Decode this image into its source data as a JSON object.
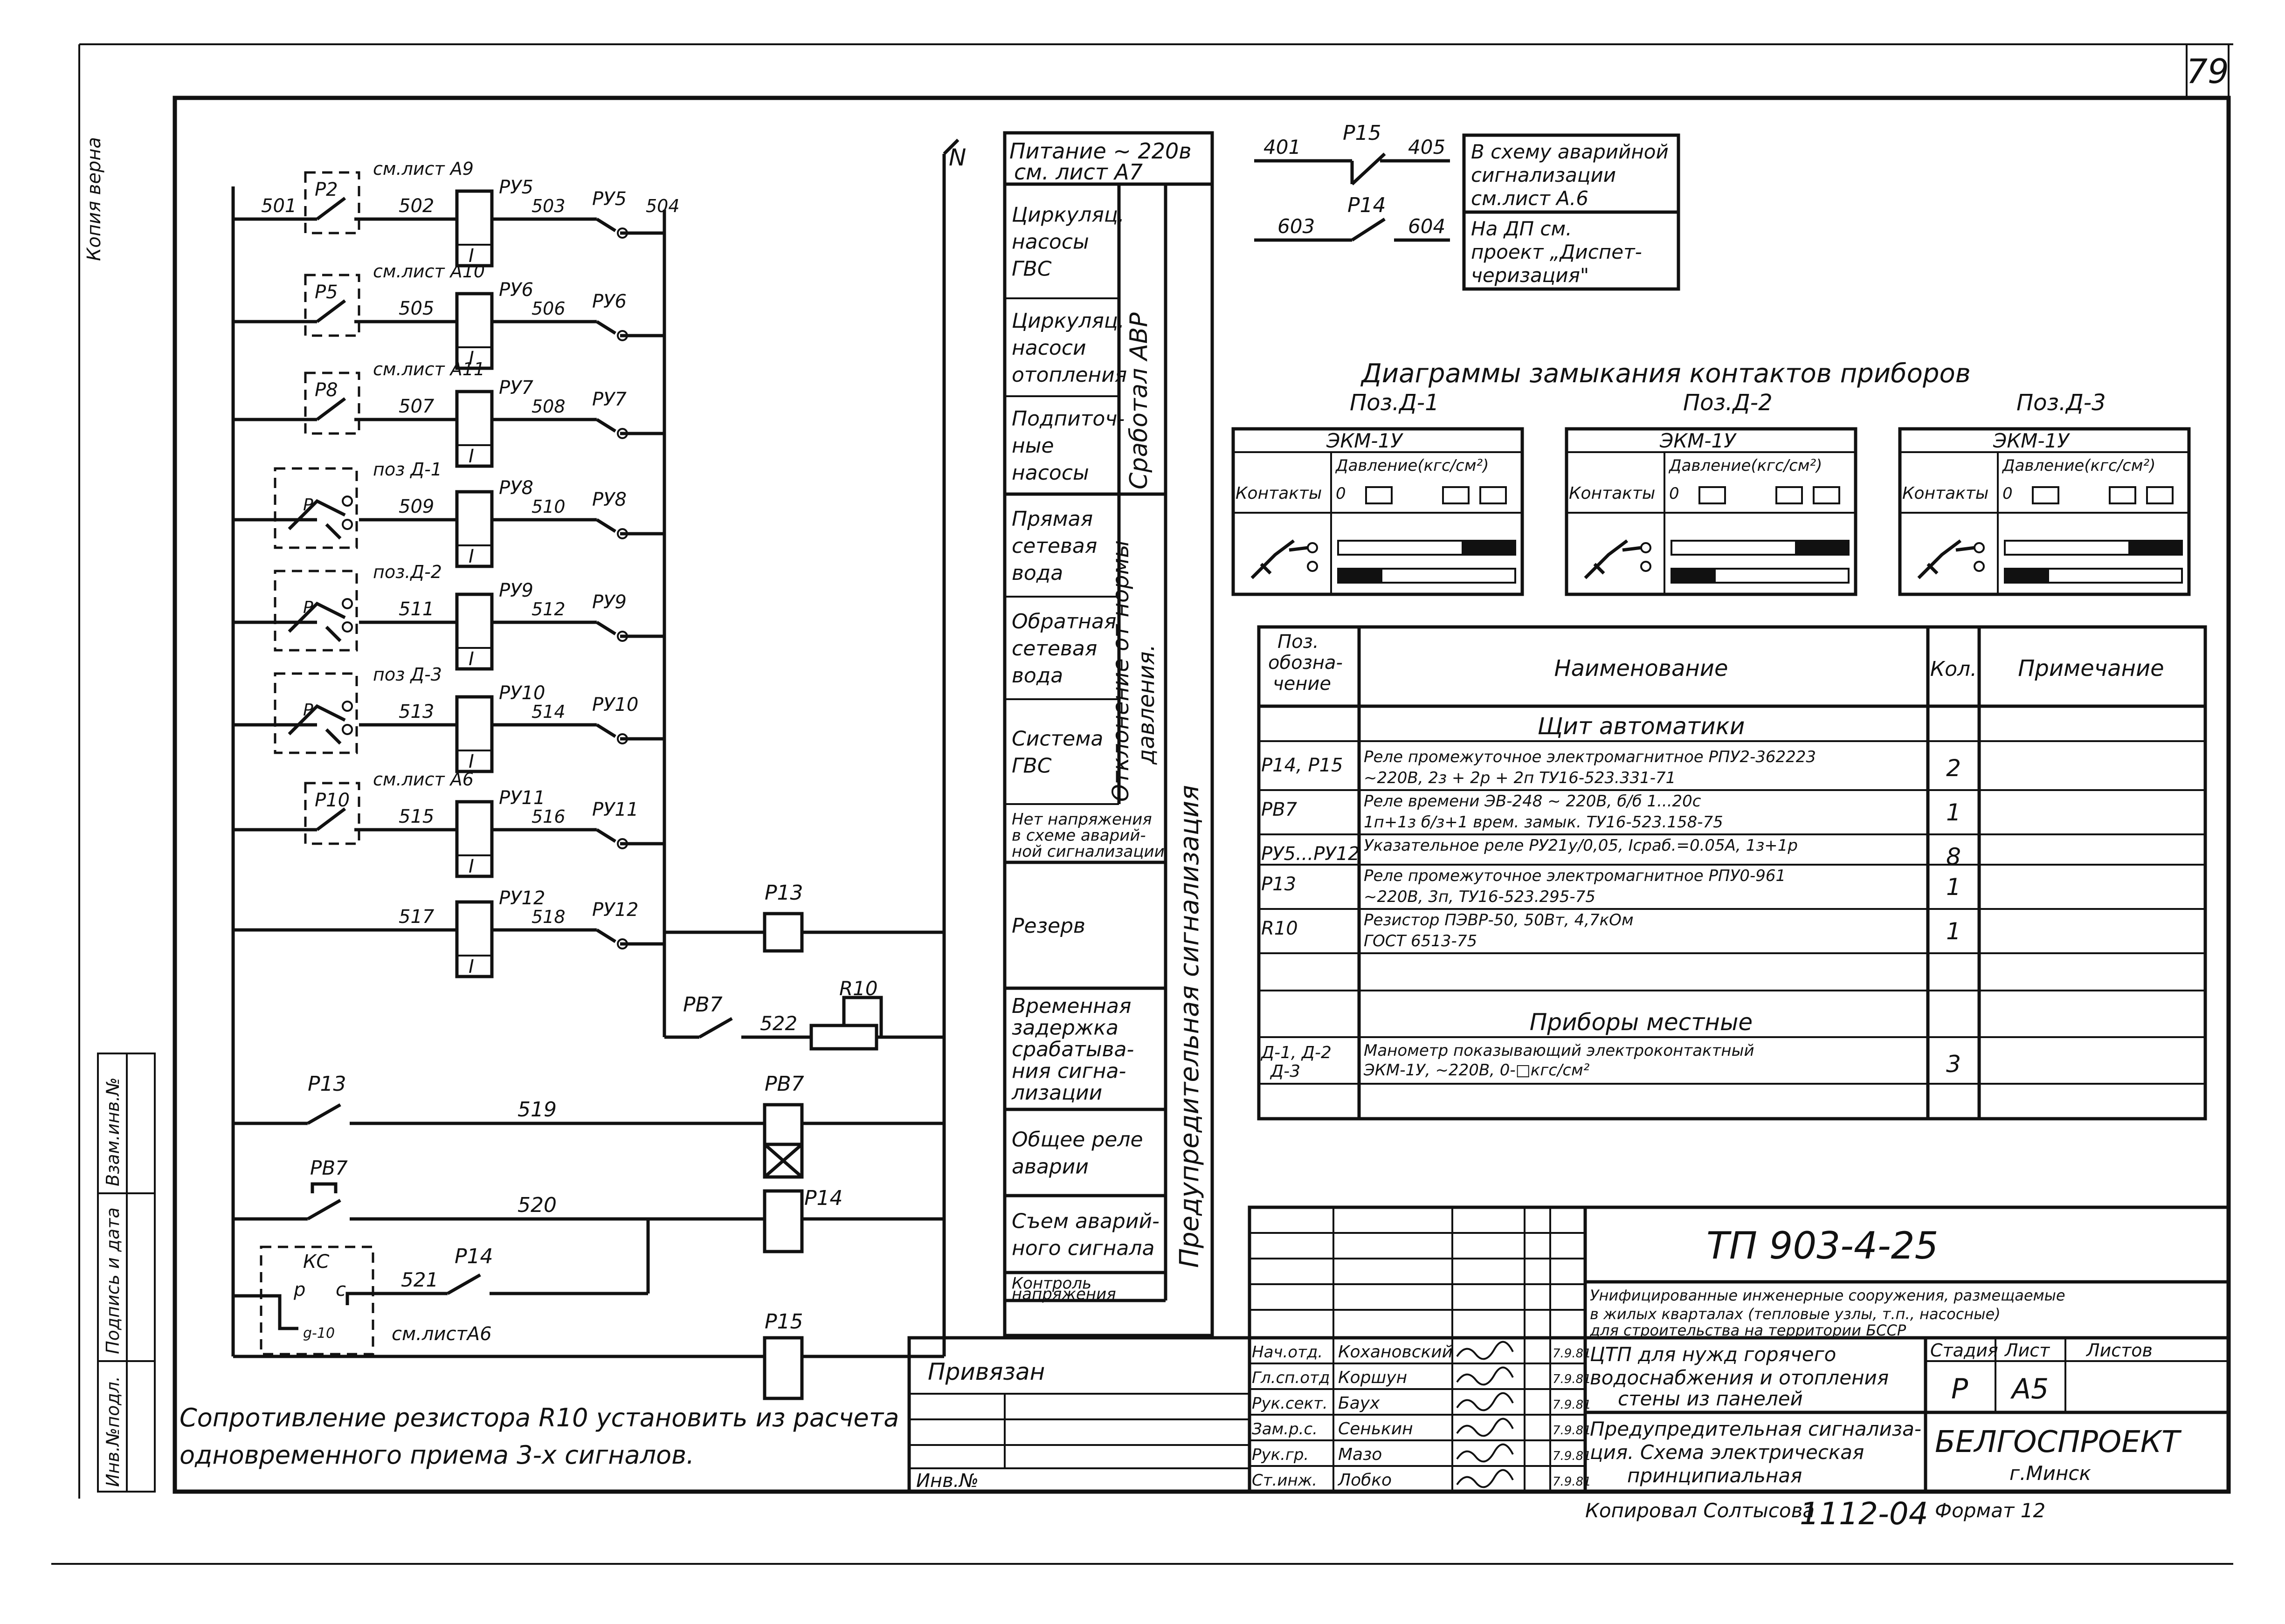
{
  "sheet_number": "79",
  "left_margin": {
    "copy_note": "Копия верна",
    "stamp_cells": [
      "Инв.№подл.",
      "Подпись и дата",
      "Взам.инв.№"
    ]
  },
  "schematic": {
    "bus_label": "N",
    "rows": [
      {
        "wire_in": "501",
        "contact": "P2",
        "sheet_ref": "см.лист А9",
        "wire_mid": "502",
        "relay": "РУ5",
        "wire_out": "503",
        "contact_out": "РУ5",
        "wire_end": "504"
      },
      {
        "wire_in": "",
        "contact": "P5",
        "sheet_ref": "см.лист А10",
        "wire_mid": "505",
        "relay": "РУ6",
        "wire_out": "506",
        "contact_out": "РУ6",
        "wire_end": ""
      },
      {
        "wire_in": "",
        "contact": "P8",
        "sheet_ref": "см.лист А11",
        "wire_mid": "507",
        "relay": "РУ7",
        "wire_out": "508",
        "contact_out": "РУ7",
        "wire_end": ""
      },
      {
        "wire_in": "",
        "contact": "",
        "sheet_ref": "поз Д-1",
        "wire_mid": "509",
        "relay": "РУ8",
        "wire_out": "510",
        "contact_out": "РУ8",
        "wire_end": ""
      },
      {
        "wire_in": "",
        "contact": "",
        "sheet_ref": "поз.Д-2",
        "wire_mid": "511",
        "relay": "РУ9",
        "wire_out": "512",
        "contact_out": "РУ9",
        "wire_end": ""
      },
      {
        "wire_in": "",
        "contact": "",
        "sheet_ref": "поз Д-3",
        "wire_mid": "513",
        "relay": "РУ10",
        "wire_out": "514",
        "contact_out": "РУ10",
        "wire_end": ""
      },
      {
        "wire_in": "",
        "contact": "P10",
        "sheet_ref": "см.лист А6",
        "wire_mid": "515",
        "relay": "РУ11",
        "wire_out": "516",
        "contact_out": "РУ11",
        "wire_end": ""
      },
      {
        "wire_in": "",
        "contact": "",
        "sheet_ref": "",
        "wire_mid": "517",
        "relay": "РУ12",
        "wire_out": "518",
        "contact_out": "РУ12",
        "wire_end": ""
      }
    ],
    "coil_mark": "I",
    "gauge_mark": "P",
    "p13": "P13",
    "pb7": "РВ7",
    "r10": "R10",
    "w522": "522",
    "w519": "519",
    "w520": "520",
    "w521": "521",
    "p14": "P14",
    "p15": "P15",
    "kc": {
      "label": "КС",
      "p": "р",
      "c": "с",
      "num": "g-10",
      "ref": "см.листА6"
    }
  },
  "functions_column": {
    "header_l1": "Питание ~ 220в",
    "header_l2": "см. лист А7",
    "items": [
      {
        "lines": [
          "Циркуляц.",
          "насосы",
          "ГВС"
        ]
      },
      {
        "lines": [
          "Циркуляц.",
          "насоси",
          "отопления"
        ]
      },
      {
        "lines": [
          "Подпиточ-",
          "ные",
          "насосы"
        ]
      },
      {
        "lines": [
          "Прямая",
          "сетевая",
          "вода"
        ]
      },
      {
        "lines": [
          "Обратная",
          "сетевая",
          "вода"
        ]
      },
      {
        "lines": [
          "Система",
          "ГВС"
        ]
      },
      {
        "lines": [
          "Нет напряжения",
          "в схеме аварий-",
          "ной сигнализации"
        ]
      },
      {
        "lines": [
          "Резерв"
        ]
      },
      {
        "lines": [
          "Временная",
          "задержка",
          "срабатыва-",
          "ния сигна-",
          "лизации"
        ]
      },
      {
        "lines": [
          "Общее реле",
          "аварии"
        ]
      },
      {
        "lines": [
          "Съем аварий-",
          "ного сигнала"
        ]
      },
      {
        "lines": [
          "Контроль",
          "напряжения"
        ]
      }
    ],
    "group_avr": "Сработал АВР",
    "group_pressure_l1": "Отклонение от нормы",
    "group_pressure_l2": "давления.",
    "group_main": "Предупредительная сигнализация"
  },
  "top_right": {
    "c1": {
      "a": "401",
      "b": "405",
      "rel": "P15"
    },
    "c2": {
      "a": "603",
      "b": "604",
      "rel": "P14"
    },
    "note1": [
      "В схему аварийной",
      "сигнализации",
      "см.лист А.6"
    ],
    "note2": [
      "На ДП см.",
      "проект „Диспет-",
      "черизация\""
    ]
  },
  "contact_diagrams": {
    "title": "Диаграммы замыкания контактов приборов",
    "items": [
      {
        "pos": "Поз.Д-1",
        "device": "ЭКМ-1У"
      },
      {
        "pos": "Поз.Д-2",
        "device": "ЭКМ-1У"
      },
      {
        "pos": "Поз.Д-3",
        "device": "ЭКМ-1У"
      }
    ],
    "col_contacts": "Контакты",
    "col_pressure": "Давление(кгс/см²)",
    "zero": "0"
  },
  "spec_table": {
    "headers": {
      "pos": [
        "Поз.",
        "обозна-",
        "чение"
      ],
      "name": "Наименование",
      "qty": "Кол.",
      "note": "Примечание"
    },
    "section1": "Щит автоматики",
    "rows": [
      {
        "pos": "P14, P15",
        "name": [
          "Реле промежуточное электромагнитное РПУ2-362223",
          "~220В, 2з + 2р + 2п  ТУ16-523.331-71"
        ],
        "qty": "2"
      },
      {
        "pos": "РВ7",
        "name": [
          "Реле времени ЭВ-248 ~ 220В, б/б 1...20с",
          "1п+1з б/з+1 врем. замык. ТУ16-523.158-75"
        ],
        "qty": "1"
      },
      {
        "pos": "РУ5...РУ12",
        "name": [
          "Указательное реле РУ21у/0,05, Iсраб.=0.05А, 1з+1р"
        ],
        "qty": "8"
      },
      {
        "pos": "P13",
        "name": [
          "Реле промежуточное электромагнитное РПУ0-961",
          "~220В, 3п, ТУ16-523.295-75"
        ],
        "qty": "1"
      },
      {
        "pos": "R10",
        "name": [
          "Резистор ПЭВР-50, 50Вт, 4,7кОм",
          "ГОСТ 6513-75"
        ],
        "qty": "1"
      }
    ],
    "section2": "Приборы местные",
    "rows2": [
      {
        "pos": [
          "Д-1, Д-2",
          "Д-3"
        ],
        "name": [
          "Манометр показывающий электроконтактный",
          "ЭКМ-1У, ~220В, 0-□кгс/см²"
        ],
        "qty": "3"
      }
    ]
  },
  "title_block": {
    "code": "ТП 903-4-25",
    "project_l1": "Унифицированные инженерные сооружения, размещаемые",
    "project_l2": "в жилых кварталах (тепловые узлы, т.п., насосные)",
    "project_l3": "для строительства на территории БССР",
    "privyazan": "Привязан",
    "inv": "Инв.№",
    "signatures": [
      {
        "role": "Нач.отд.",
        "name": "Кохановский",
        "date": "7.9.81"
      },
      {
        "role": "Гл.сп.отд",
        "name": "Коршун",
        "date": "7.9.81"
      },
      {
        "role": "Рук.сект.",
        "name": "Баух",
        "date": "7.9.81"
      },
      {
        "role": "Зам.р.с.",
        "name": "Сенькин",
        "date": "7.9.81"
      },
      {
        "role": "Рук.гр.",
        "name": "Мазо",
        "date": "7.9.81"
      },
      {
        "role": "Ст.инж.",
        "name": "Лобко",
        "date": "7.9.81"
      }
    ],
    "object_l1": "ЦТП для нужд горячего",
    "object_l2": "водоснабжения и отопления",
    "object_l3": "стены из панелей",
    "sheet_title_l1": "Предупредительная сигнализа-",
    "sheet_title_l2": "ция. Схема электрическая",
    "sheet_title_l3": "принципиальная",
    "stage_h": "Стадия",
    "sheet_h": "Лист",
    "sheets_h": "Листов",
    "stage": "Р",
    "sheet": "А5",
    "org": "БЕЛГОСПРОЕКТ",
    "city": "г.Минск"
  },
  "bottom": {
    "copied": "Копировал Солтысова",
    "order": "1112-04",
    "format": "Формат 12",
    "note_l1": "Сопротивление резистора R10 установить из расчета",
    "note_l2": "одновременного приема 3-х сигналов."
  }
}
